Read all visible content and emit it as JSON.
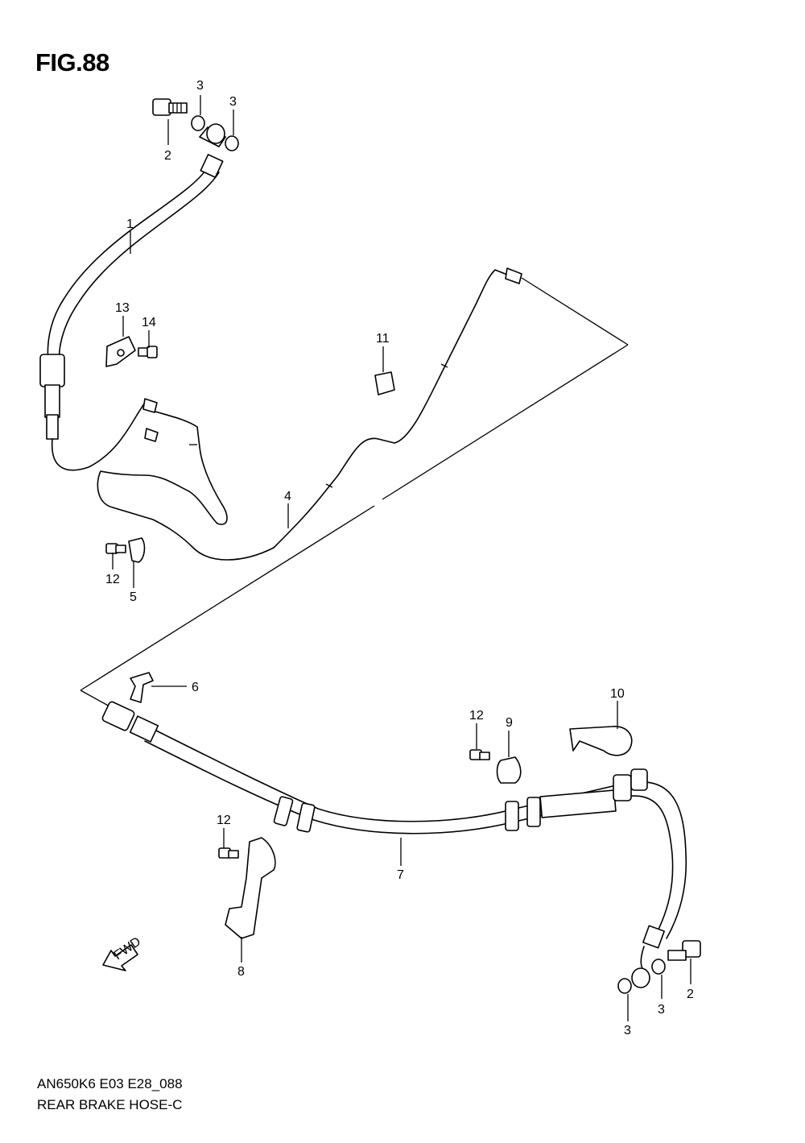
{
  "figure": {
    "title": "FIG.88"
  },
  "footer": {
    "code": "AN650K6 E03 E28_088",
    "name": "REAR BRAKE HOSE-C"
  },
  "fwd_label": "FWD",
  "callouts": {
    "c1": "1",
    "c2a": "2",
    "c2b": "2",
    "c3a": "3",
    "c3b": "3",
    "c3c": "3",
    "c3d": "3",
    "c4": "4",
    "c5": "5",
    "c6": "6",
    "c7": "7",
    "c8": "8",
    "c9": "9",
    "c10": "10",
    "c11": "11",
    "c12a": "12",
    "c12b": "12",
    "c12c": "12",
    "c13": "13",
    "c14": "14"
  }
}
